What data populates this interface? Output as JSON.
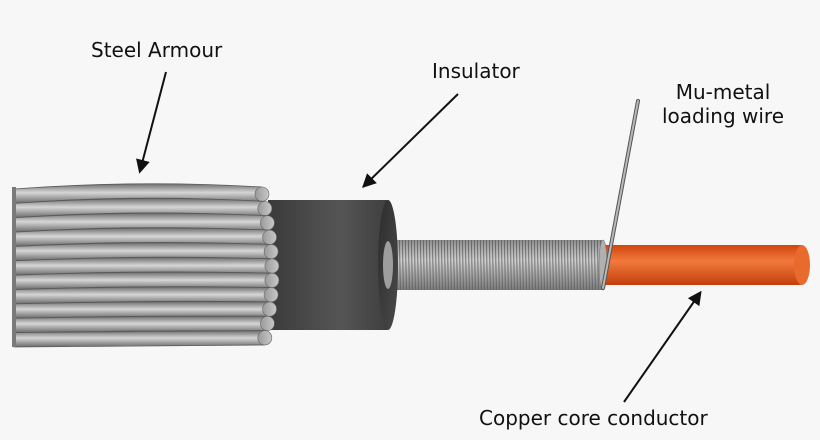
{
  "labels": {
    "steel_armour": "Steel Armour",
    "insulator": "Insulator",
    "mu_metal_line1": "Mu-metal",
    "mu_metal_line2": "loading wire",
    "copper_core": "Copper core conductor"
  },
  "colors": {
    "background": "#f7f7f7",
    "steel_armour": "#8a8a8a",
    "insulator": "#4a4a4a",
    "loading_wire": "#9a9a9a",
    "copper_core": "#e8571c",
    "text": "#111111"
  },
  "icons": {
    "arrow": "arrow-icon"
  }
}
